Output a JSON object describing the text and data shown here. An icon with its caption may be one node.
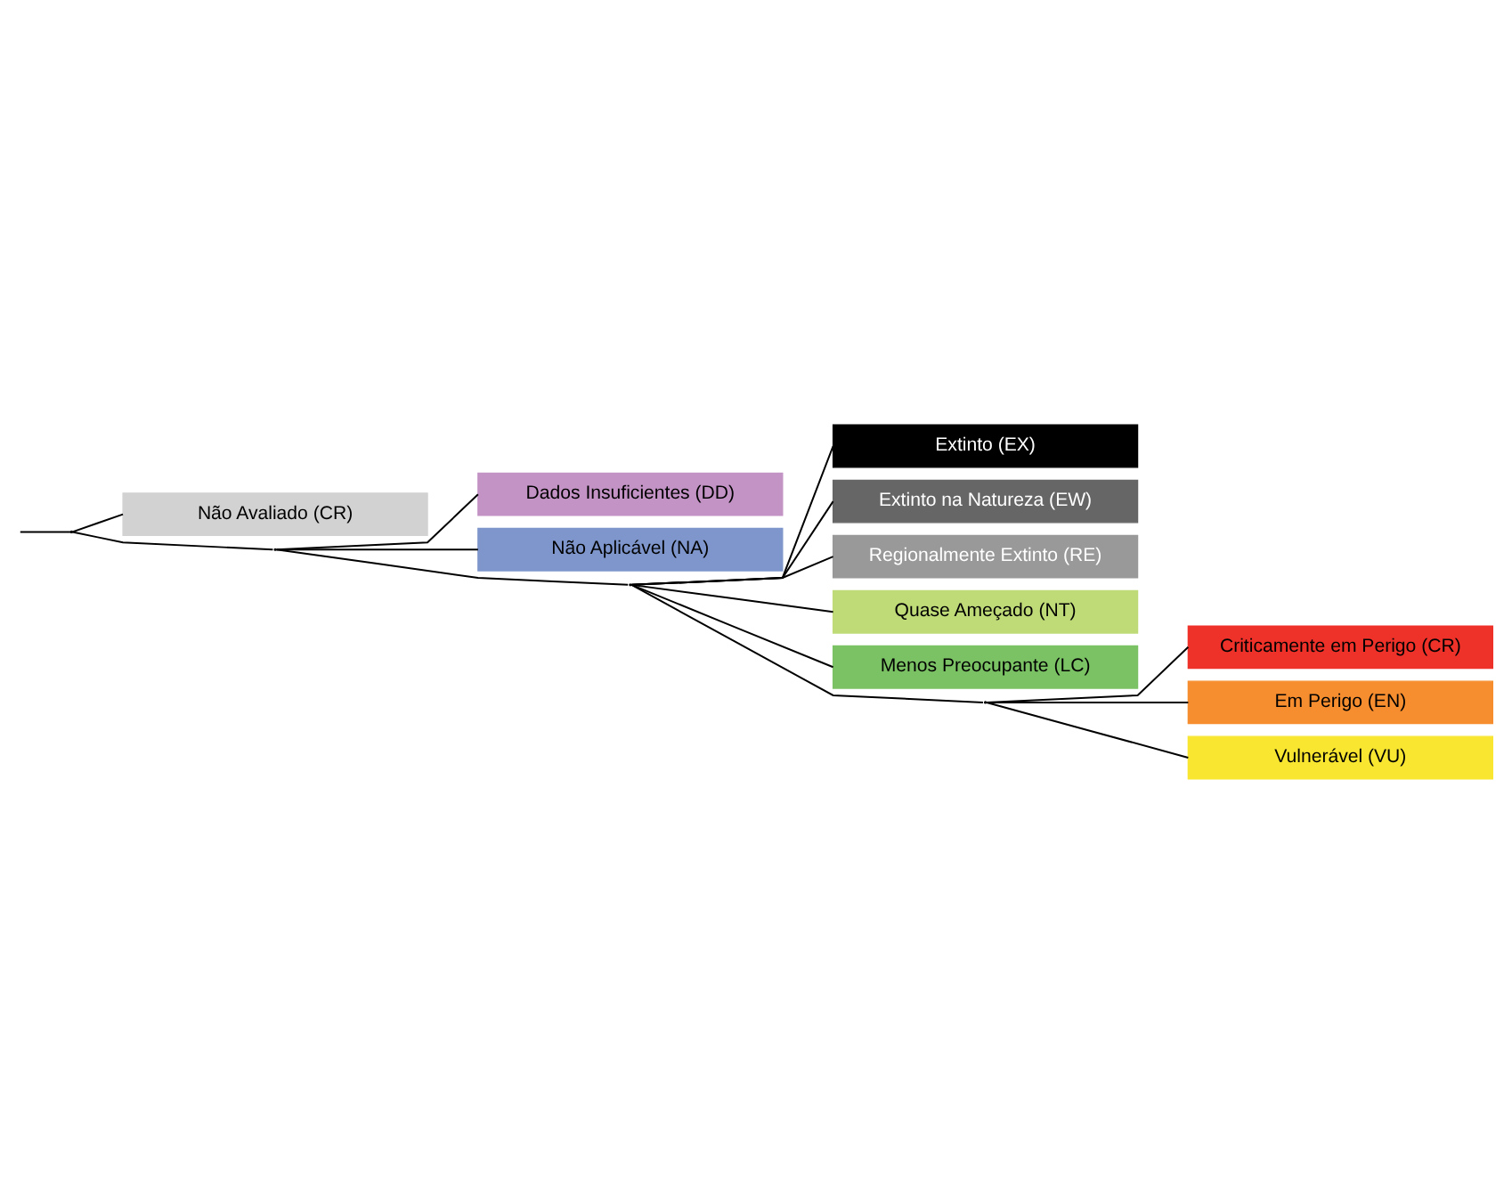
{
  "diagram": {
    "nodes": [
      {
        "text": [
          "Extinto (EX)"
        ]
      },
      {
        "text": [
          "Extinto na Natureza (EW)"
        ]
      },
      {
        "text": [
          "Regionalmente Extinto (RE)"
        ]
      },
      {
        "text": [
          "Criticamente em Perigo (CR)"
        ]
      },
      {
        "text": [
          "Em Perigo (EN)"
        ]
      },
      {
        "text": [
          "Vulnerável (VU)"
        ]
      },
      {
        "text": [
          "Quase Ameçado (NT)"
        ]
      },
      {
        "text": [
          "Menos Preocupante (LC)"
        ]
      },
      {
        "text": [
          "Dados Insuficientes (DD)"
        ]
      },
      {
        "text": [
          "Não Aplicável (NA)"
        ]
      },
      {
        "text": [
          "Não Avaliado (CR)"
        ]
      },
      {
        "text": [],
        "shape": "point"
      },
      {
        "text": [],
        "shape": "point"
      },
      {
        "text": [],
        "shape": "point"
      },
      {
        "text": [],
        "shape": "point"
      }
    ],
    "edges": [
      {
        "from": null,
        "to": 11,
        "arrow": "none"
      },
      {
        "from": 11,
        "to": 12,
        "arrow": "none"
      },
      {
        "from": 11,
        "to": 10,
        "arrow": "none"
      },
      {
        "from": 12,
        "to": 13,
        "arrow": "none"
      },
      {
        "from": 12,
        "to": 8,
        "arrow": "none"
      },
      {
        "from": 12,
        "to": 9,
        "arrow": "none"
      },
      {
        "from": 13,
        "to": 0,
        "arrow": "none"
      },
      {
        "from": 13,
        "to": 1,
        "arrow": "none"
      },
      {
        "from": 13,
        "to": 2,
        "arrow": "none"
      },
      {
        "from": 13,
        "to": 14,
        "arrow": "none"
      },
      {
        "from": 13,
        "to": 6,
        "arrow": "none"
      },
      {
        "from": 13,
        "to": 7,
        "arrow": "none"
      },
      {
        "from": 14,
        "to": 3,
        "arrow": "none"
      },
      {
        "from": 14,
        "to": 4,
        "arrow": "none"
      },
      {
        "from": 14,
        "to": 5,
        "arrow": "none"
      }
    ]
  }
}
